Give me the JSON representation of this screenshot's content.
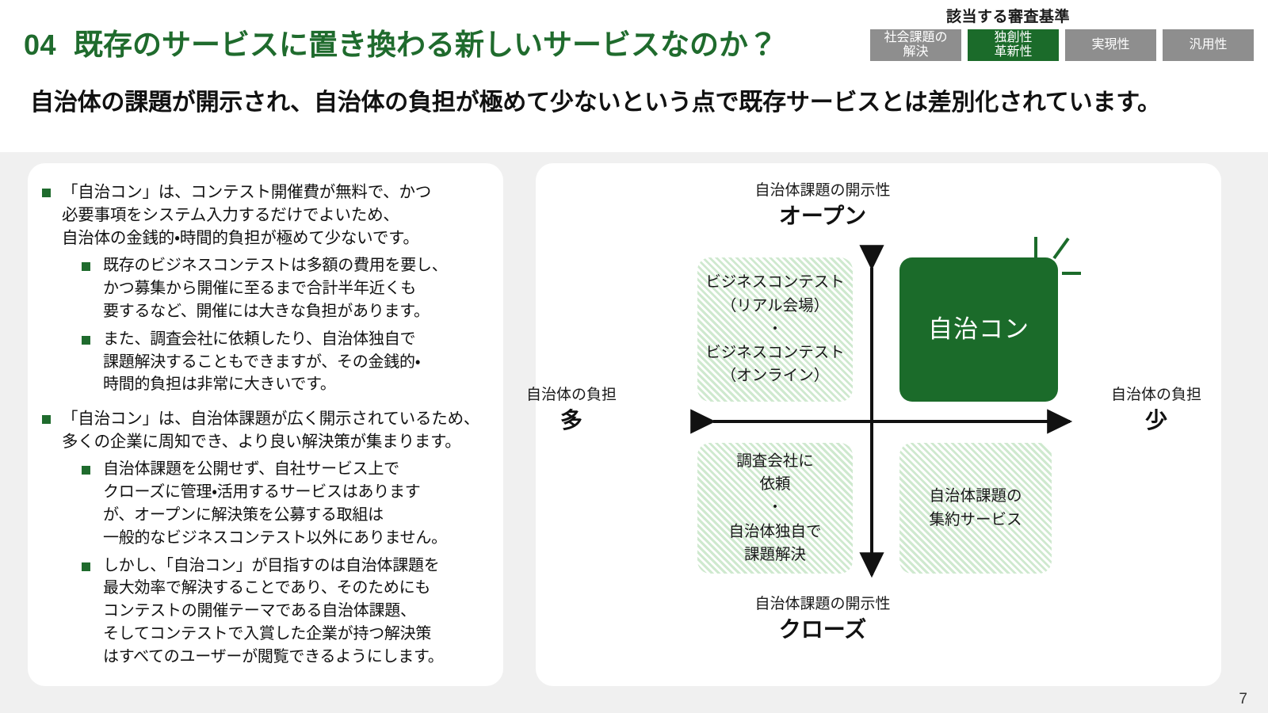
{
  "header": {
    "section_number": "04",
    "title": "既存のサービスに置き換わる新しいサービスなのか？",
    "subtitle": "自治体の課題が開示され、自治体の負担が極めて少ないという点で既存サービスとは差別化されています。",
    "criteria_caption": "該当する審査基準",
    "criteria": [
      {
        "line1": "社会課題の",
        "line2": "解決",
        "active": false
      },
      {
        "line1": "独創性",
        "line2": "革新性",
        "active": true
      },
      {
        "line1": "実現性",
        "line2": "",
        "active": false
      },
      {
        "line1": "汎用性",
        "line2": "",
        "active": false
      }
    ]
  },
  "left_panel": {
    "groups": [
      {
        "lead": "「自治コン」は、コンテスト開催費が無料で、かつ\n必要事項をシステム入力するだけでよいため、\n自治体の金銭的・時間的負担が極めて少ないです。",
        "subs": [
          "既存のビジネスコンテストは多額の費用を要し、\nかつ募集から開催に至るまで合計半年近くも\n要するなど、開催には大きな負担があります。",
          "また、調査会社に依頼したり、自治体独自で\n課題解決することもできますが、その金銭的・\n時間的負担は非常に大きいです。"
        ]
      },
      {
        "lead": "「自治コン」は、自治体課題が広く開示されているため、\n多くの企業に周知でき、より良い解決策が集まります。",
        "subs": [
          "自治体課題を公開せず、自社サービス上で\nクローズに管理・活用するサービスはあります\nが、オープンに解決策を公募する取組は\n一般的なビジネスコンテスト以外にありません。",
          "しかし、「自治コン」が目指すのは自治体課題を\n最大効率で解決することであり、そのためにも\nコンテストの開催テーマである自治体課題、\nそしてコンテストで入賞した企業が持つ解決策\nはすべてのユーザーが閲覧できるようにします。"
        ]
      }
    ]
  },
  "chart_data": {
    "type": "scatter",
    "title": "",
    "xlabel": "自治体の負担",
    "ylabel": "自治体課題の開示性",
    "axis_labels": {
      "top_small": "自治体課題の開示性",
      "top_big": "オープン",
      "bottom_small": "自治体課題の開示性",
      "bottom_big": "クローズ",
      "left_small": "自治体の負担",
      "left_big": "多",
      "right_small": "自治体の負担",
      "right_big": "少"
    },
    "quadrants": [
      {
        "id": "top-left",
        "x": "多",
        "y": "オープン",
        "style": "hatched",
        "lines": [
          "ビジネスコンテスト",
          "（リアル会場）",
          "・",
          "ビジネスコンテスト",
          "（オンライン）"
        ]
      },
      {
        "id": "top-right",
        "x": "少",
        "y": "オープン",
        "style": "highlight",
        "lines": [
          "自治コン"
        ],
        "badge": "sparkle"
      },
      {
        "id": "bottom-left",
        "x": "多",
        "y": "クローズ",
        "style": "hatched",
        "lines": [
          "調査会社に",
          "依頼",
          "・",
          "自治体独自で",
          "課題解決"
        ]
      },
      {
        "id": "bottom-right",
        "x": "少",
        "y": "クローズ",
        "style": "hatched",
        "lines": [
          "自治体課題の",
          "集約サービス"
        ]
      }
    ],
    "grid": false,
    "legend": "none"
  },
  "colors": {
    "brand_green": "#1b6b2a",
    "title_green": "#1f6b2d",
    "badge_gray": "#8e8e8e",
    "hatch_green": "#cfe9cf",
    "band_gray": "#f0f0f0"
  },
  "footer": {
    "page_number": "7"
  }
}
